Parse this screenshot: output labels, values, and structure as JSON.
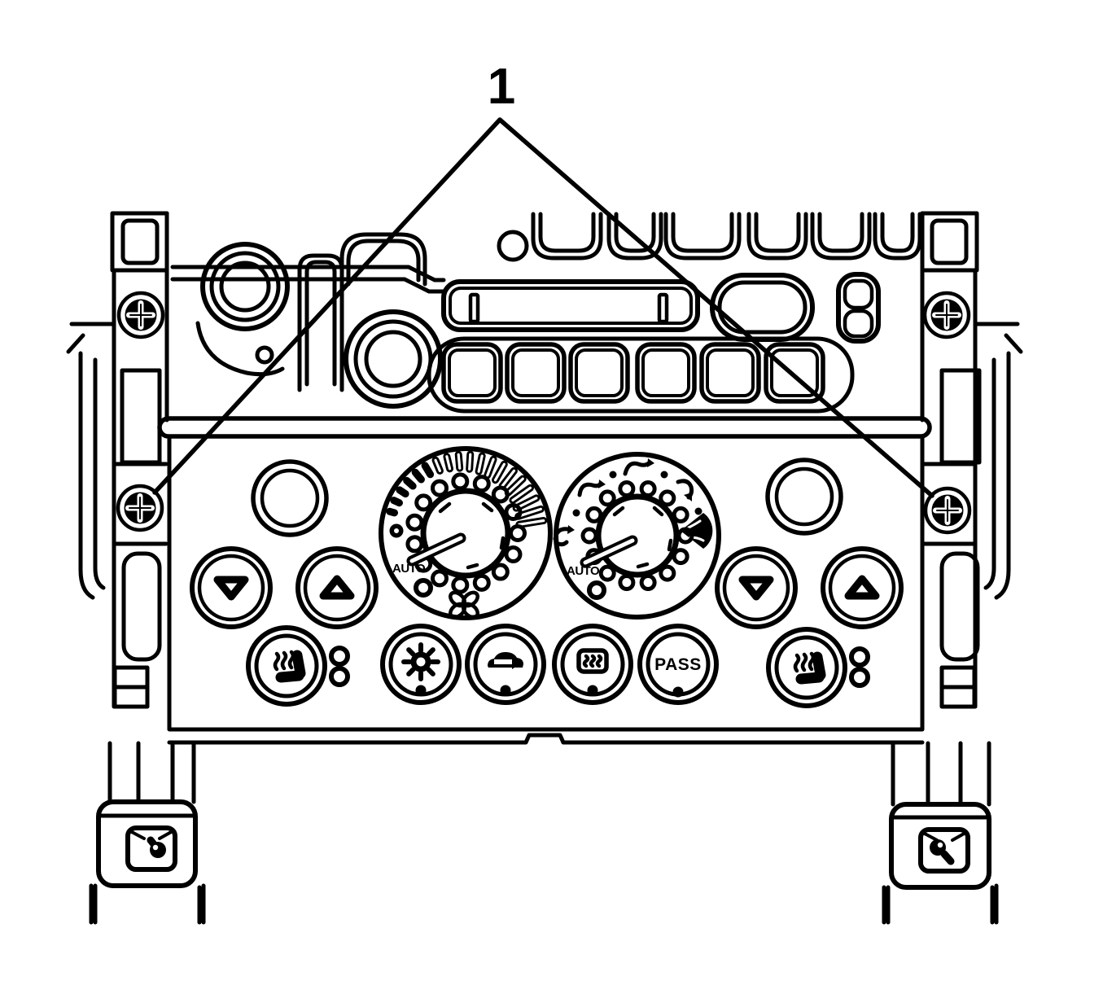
{
  "callout": {
    "number": "1"
  },
  "labels": {
    "fan_auto": "AUTO",
    "mode_auto": "AUTO",
    "pass": "PASS"
  },
  "colors": {
    "line": "#000000",
    "background": "#ffffff"
  },
  "icons": {
    "screws": "phillips-screw-icon",
    "fan_knob": [
      "fan-off-icon",
      "fan-icon",
      "round-indicator-button"
    ],
    "mode_knob": [
      "mode-face-vent-icon",
      "mode-bilevel-vent-icon",
      "mode-floor-vent-icon",
      "mode-floor-defrost-icon",
      "windshield-defrost-icon",
      "round-indicator-button"
    ],
    "buttons": [
      "triangle-down-icon",
      "triangle-up-icon",
      "heated-seat-icon",
      "sun-icon",
      "car-recirculation-icon",
      "rear-defrost-icon"
    ],
    "brackets": "hook-slot-icon"
  }
}
